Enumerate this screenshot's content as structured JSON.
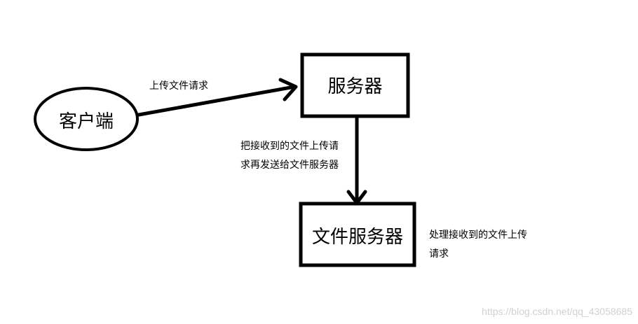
{
  "nodes": {
    "client": {
      "label": "客户端"
    },
    "server": {
      "label": "服务器"
    },
    "file_server": {
      "label": "文件服务器"
    }
  },
  "edges": {
    "client_to_server": {
      "label": "上传文件请求"
    },
    "server_to_file_server": {
      "label_lines": [
        "把接收到的文件上传请",
        "求再发送给文件服务器"
      ]
    }
  },
  "annotations": {
    "file_server_note": {
      "lines": [
        "处理接收到的文件上传",
        "请求"
      ]
    }
  },
  "watermark": "https://blog.csdn.net/qq_43058685"
}
